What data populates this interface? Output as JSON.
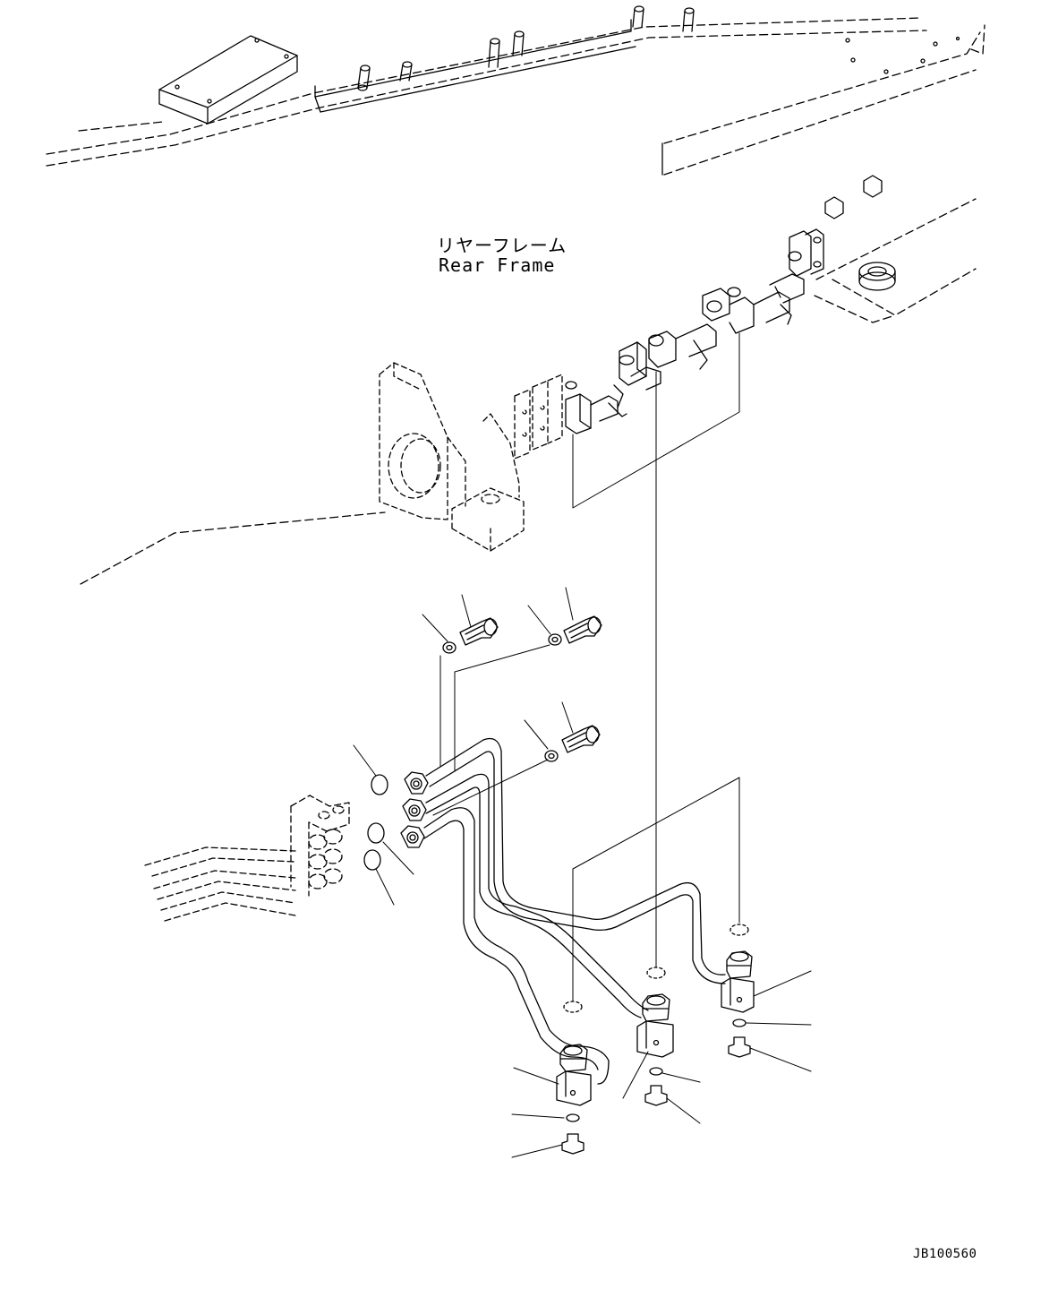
{
  "diagram": {
    "label_jp": "リヤーフレーム",
    "label_en": "Rear Frame",
    "drawing_code": "JB100560"
  }
}
